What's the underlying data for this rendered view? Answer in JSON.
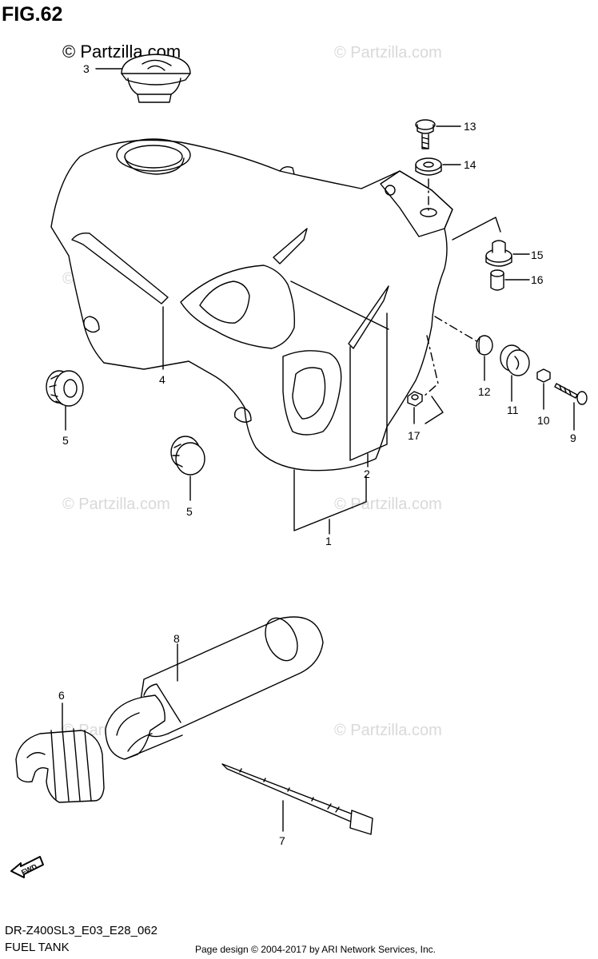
{
  "header": {
    "figure_label": "FIG.62",
    "copyright": "© Partzilla.com"
  },
  "watermark": "© Partzilla.com",
  "callouts": {
    "p1": "1",
    "p2": "2",
    "p3": "3",
    "p4": "4",
    "p5a": "5",
    "p5b": "5",
    "p6": "6",
    "p7": "7",
    "p8": "8",
    "p9": "9",
    "p10": "10",
    "p11": "11",
    "p12": "12",
    "p13": "13",
    "p14": "14",
    "p15": "15",
    "p16": "16",
    "p17": "17"
  },
  "fwd_label": "FWD",
  "footer": {
    "model_code": "DR-Z400SL3_E03_E28_062",
    "diagram_name": "FUEL TANK",
    "page_design": "Page design © 2004-2017 by ARI Network Services, Inc."
  }
}
